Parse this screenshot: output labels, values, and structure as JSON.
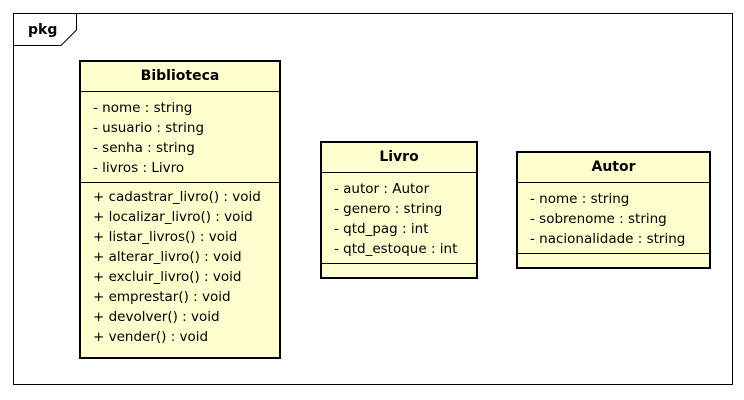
{
  "package": {
    "label": "pkg"
  },
  "classes": {
    "biblioteca": {
      "name": "Biblioteca",
      "attributes": [
        "- nome : string",
        "- usuario : string",
        "- senha : string",
        "- livros : Livro"
      ],
      "operations": [
        "+ cadastrar_livro() : void",
        "+ localizar_livro() : void",
        "+ listar_livros() : void",
        "+ alterar_livro() : void",
        "+ excluir_livro() : void",
        "+ emprestar() : void",
        "+ devolver() : void",
        "+ vender() : void"
      ]
    },
    "livro": {
      "name": "Livro",
      "attributes": [
        "- autor : Autor",
        "- genero : string",
        "- qtd_pag : int",
        "- qtd_estoque : int"
      ],
      "operations": []
    },
    "autor": {
      "name": "Autor",
      "attributes": [
        "- nome : string",
        "- sobrenome : string",
        "- nacionalidade : string"
      ],
      "operations": []
    }
  },
  "colors": {
    "class_fill": "#FEFECE",
    "border": "#000000",
    "background": "#FFFFFF"
  }
}
